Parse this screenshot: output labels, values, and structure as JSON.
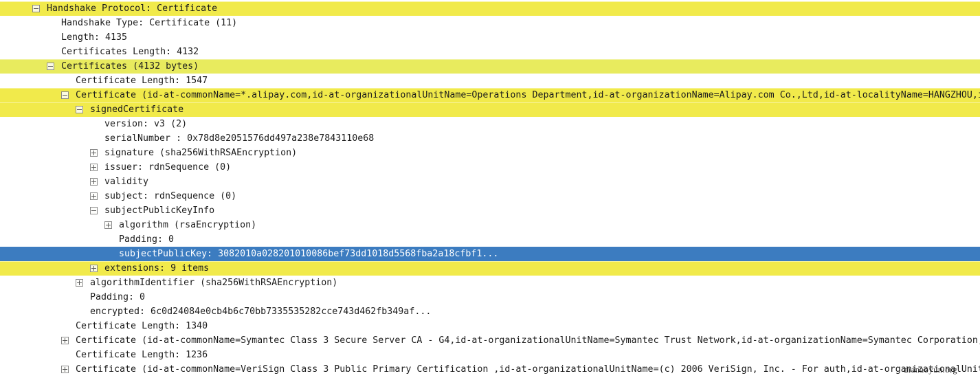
{
  "app": "packet-details-tree",
  "colors": {
    "highlight_yellow": "#f1ea4b",
    "highlight_yellow_green": "#e8eb5e",
    "selection_blue": "#3c7cc0",
    "text": "#1c1c1c",
    "selected_text": "#ffffff",
    "background": "#ffffff"
  },
  "watermark": {
    "text": "dianaoyun.org"
  },
  "tree": {
    "rows": [
      {
        "level": 0,
        "expander": "minus",
        "highlight": "yellow",
        "text": "Handshake Protocol: Certificate"
      },
      {
        "level": 1,
        "expander": null,
        "highlight": null,
        "text": "Handshake Type: Certificate (11)"
      },
      {
        "level": 1,
        "expander": null,
        "highlight": null,
        "text": "Length: 4135"
      },
      {
        "level": 1,
        "expander": null,
        "highlight": null,
        "text": "Certificates Length: 4132"
      },
      {
        "level": 1,
        "expander": "minus",
        "highlight": "yellow_green",
        "text": "Certificates (4132 bytes)"
      },
      {
        "level": 2,
        "expander": null,
        "highlight": null,
        "text": "Certificate Length: 1547"
      },
      {
        "level": 2,
        "expander": "minus",
        "highlight": "yellow",
        "text": "Certificate (id-at-commonName=*.alipay.com,id-at-organizationalUnitName=Operations Department,id-at-organizationName=Alipay.com Co.,Ltd,id-at-localityName=HANGZHOU,i"
      },
      {
        "level": 3,
        "expander": "minus",
        "highlight": "yellow",
        "text": "signedCertificate"
      },
      {
        "level": 4,
        "expander": null,
        "highlight": null,
        "text": "version: v3 (2)"
      },
      {
        "level": 4,
        "expander": null,
        "highlight": null,
        "text": "serialNumber : 0x78d8e2051576dd497a238e7843110e68"
      },
      {
        "level": 4,
        "expander": "plus",
        "highlight": null,
        "text": "signature (sha256WithRSAEncryption)"
      },
      {
        "level": 4,
        "expander": "plus",
        "highlight": null,
        "text": "issuer: rdnSequence (0)"
      },
      {
        "level": 4,
        "expander": "plus",
        "highlight": null,
        "text": "validity"
      },
      {
        "level": 4,
        "expander": "plus",
        "highlight": null,
        "text": "subject: rdnSequence (0)"
      },
      {
        "level": 4,
        "expander": "minus",
        "highlight": null,
        "text": "subjectPublicKeyInfo"
      },
      {
        "level": 5,
        "expander": "plus",
        "highlight": null,
        "text": "algorithm (rsaEncryption)"
      },
      {
        "level": 5,
        "expander": null,
        "highlight": null,
        "text": "Padding: 0"
      },
      {
        "level": 5,
        "expander": null,
        "highlight": "blue",
        "text": "subjectPublicKey: 3082010a028201010086bef73dd1018d5568fba2a18cfbf1..."
      },
      {
        "level": 4,
        "expander": "plus",
        "highlight": "yellow",
        "text": "extensions: 9 items"
      },
      {
        "level": 3,
        "expander": "plus",
        "highlight": null,
        "text": "algorithmIdentifier (sha256WithRSAEncryption)"
      },
      {
        "level": 3,
        "expander": null,
        "highlight": null,
        "text": "Padding: 0"
      },
      {
        "level": 3,
        "expander": null,
        "highlight": null,
        "text": "encrypted: 6c0d24084e0cb4b6c70bb7335535282cce743d462fb349af..."
      },
      {
        "level": 2,
        "expander": null,
        "highlight": null,
        "text": "Certificate Length: 1340"
      },
      {
        "level": 2,
        "expander": "plus",
        "highlight": null,
        "text": "Certificate (id-at-commonName=Symantec Class 3 Secure Server CA - G4,id-at-organizationalUnitName=Symantec Trust Network,id-at-organizationName=Symantec Corporation,"
      },
      {
        "level": 2,
        "expander": null,
        "highlight": null,
        "text": "Certificate Length: 1236"
      },
      {
        "level": 2,
        "expander": "plus",
        "highlight": null,
        "text": "Certificate (id-at-commonName=VeriSign Class 3 Public Primary Certification ,id-at-organizationalUnitName=(c) 2006 VeriSign, Inc. - For auth,id-at-organizationalUnit"
      }
    ]
  }
}
